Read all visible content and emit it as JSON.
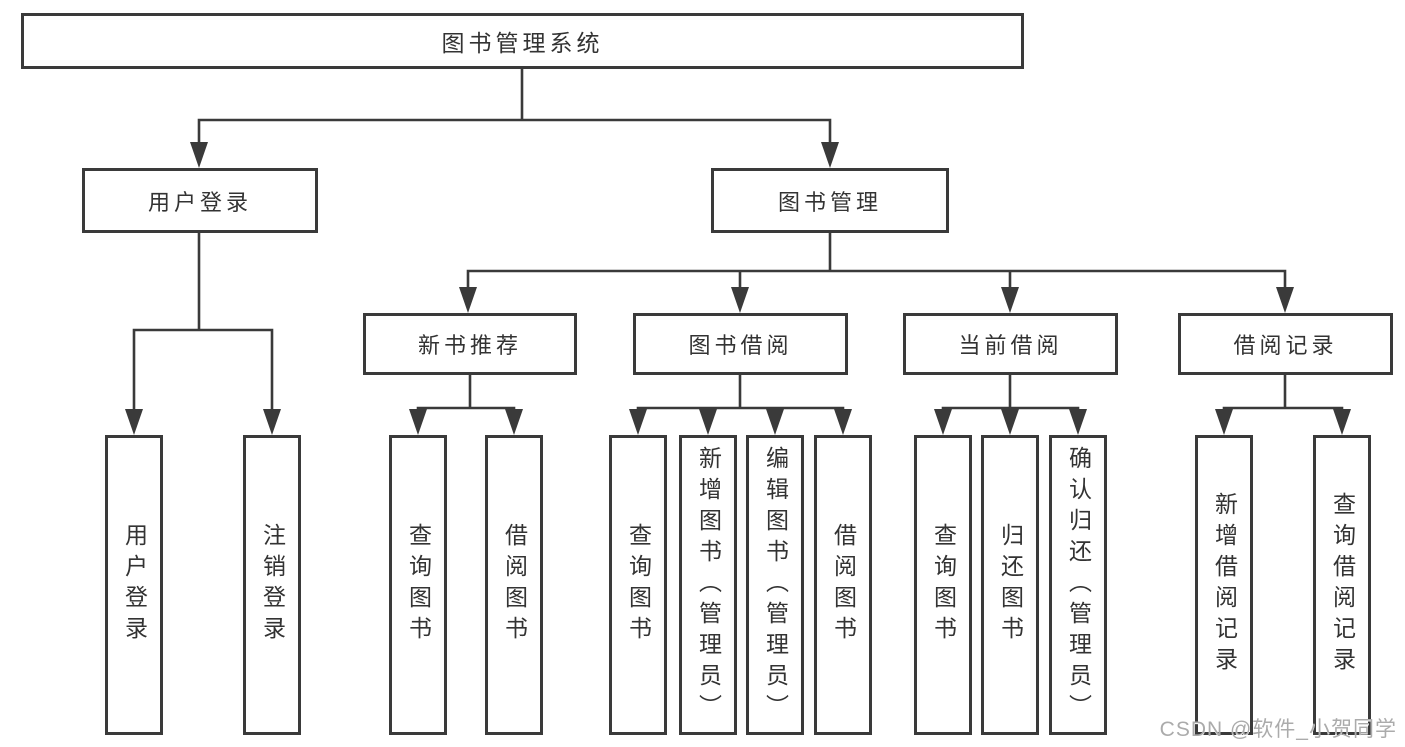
{
  "diagram": {
    "type": "hierarchy-tree",
    "accent_color": "#3a3a3a",
    "nodes": {
      "root": "图书管理系统",
      "l2": {
        "user_login": "用户登录",
        "book_mgmt": "图书管理"
      },
      "l3": {
        "new_rec": "新书推荐",
        "borrow": "图书借阅",
        "current": "当前借阅",
        "record": "借阅记录"
      },
      "leaves": {
        "user_login": "用户登录",
        "logout": "注销登录",
        "rec_query": "查询图书",
        "rec_borrow": "借阅图书",
        "bor_query": "查询图书",
        "bor_add": "新增图书（管理员）",
        "bor_edit": "编辑图书（管理员）",
        "bor_borrow": "借阅图书",
        "cur_query": "查询图书",
        "cur_return": "归还图书",
        "cur_confirm": "确认归还（管理员）",
        "rec_add_record": "新增借阅记录",
        "rec_query_record": "查询借阅记录"
      }
    },
    "watermark": "CSDN @软件_小贺同学"
  }
}
